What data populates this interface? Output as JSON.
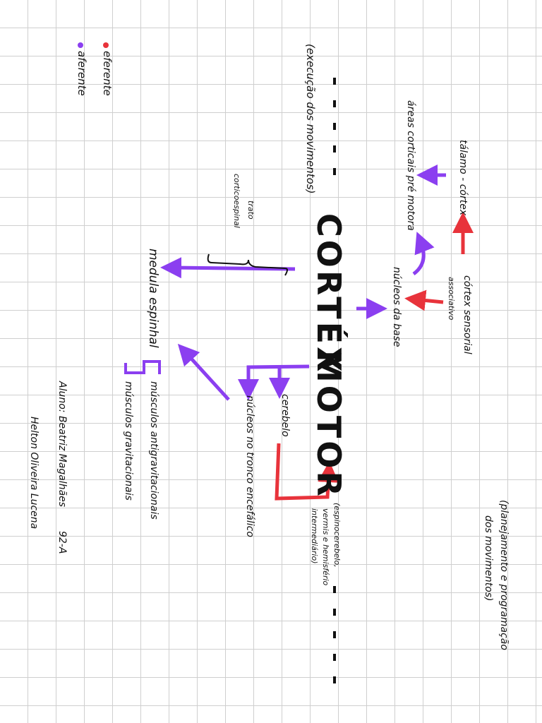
{
  "colors": {
    "efferent": "#e8333b",
    "afferent": "#8b3ff0",
    "grid": "#cfcfcf",
    "ink": "#111111"
  },
  "title": {
    "line1": "CORTÉX",
    "line2": "MOTOR"
  },
  "legend": {
    "red": "eferente",
    "purple": "aferente"
  },
  "labels": {
    "execucao": "(execução dos movimentos)",
    "planejamento_1": "(planejamento e programação",
    "planejamento_2": "dos movimentos)",
    "talamo_cortical": "tálamo - córtex",
    "areas_corticais": "áreas corticais pré motora",
    "cortex_sensorial_1": "córtex sensorial",
    "cortex_sensorial_2": "associativo",
    "nucleos_base": "núcleos da base",
    "trato_1": "trato",
    "trato_2": "corticoespinal",
    "medula": "medula espinhal",
    "musculos_anti": "músculos antigravitacionais",
    "musculos_grav": "músculos gravitacionais",
    "cerebelo": "cerebelo",
    "nucleos_tronco": "núcleos no tronco encefálico",
    "cerebelo_info_1": "(espinocerebelo,",
    "cerebelo_info_2": "vermis e hemisfério",
    "cerebelo_info_3": "intermediário)",
    "aluno": "Aluno: Beatriz Magalhães",
    "turma": "92-A",
    "professor": "Helton Oliveira Lucena"
  }
}
